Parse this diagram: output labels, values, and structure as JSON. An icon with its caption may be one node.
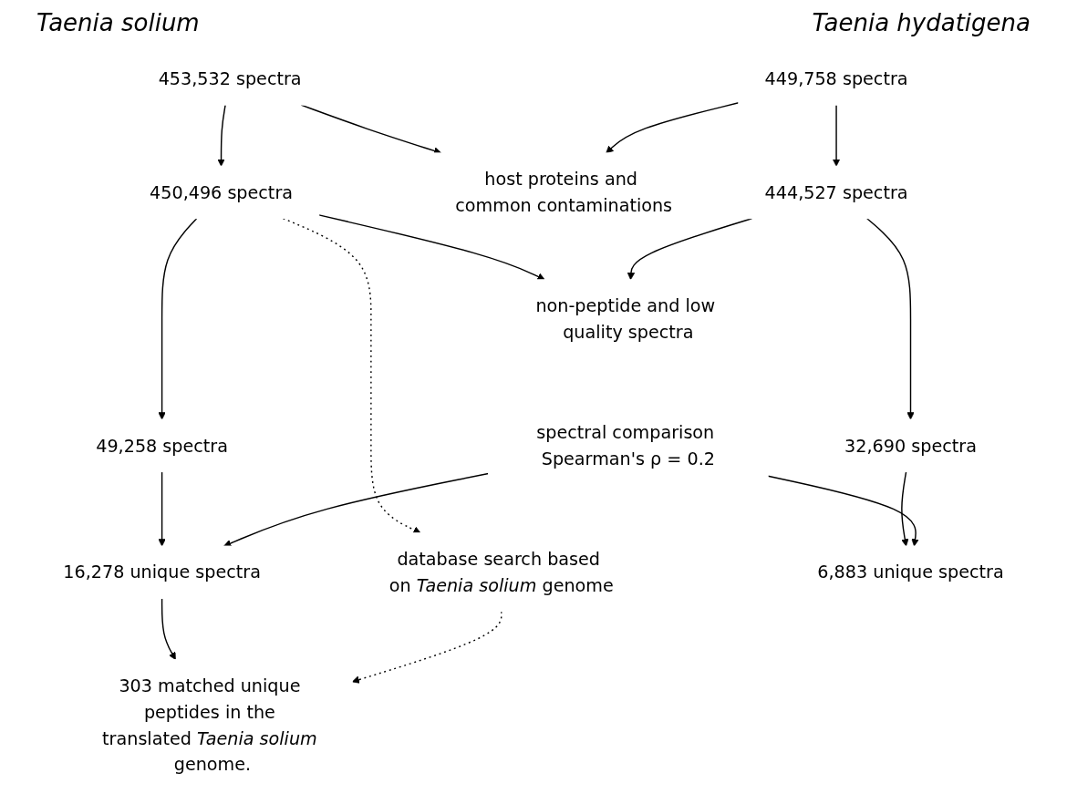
{
  "diagram": {
    "nodes": [
      {
        "text": [
          "453,532 spectra"
        ]
      },
      {
        "text": [
          "450,496 spectra"
        ]
      },
      {
        "text": [
          "49,258 spectra"
        ]
      },
      {
        "text": [
          "16,278 unique spectra"
        ]
      },
      {
        "text": [
          "303 matched unique peptides in the translated *Taenia solium* genome."
        ]
      },
      {
        "text": [
          "449,758 spectra"
        ]
      },
      {
        "text": [
          "444,527 spectra"
        ]
      },
      {
        "text": [
          "32,690 spectra"
        ]
      },
      {
        "text": [
          "6,883 unique spectra"
        ]
      },
      {
        "text": [
          "host proteins and common contaminations"
        ]
      },
      {
        "text": [
          "non-peptide and low quality spectra"
        ]
      },
      {
        "text": [
          "spectral comparison Spearman's ρ = 0.2"
        ]
      },
      {
        "text": [
          "database search based on *Taenia solium* genome"
        ]
      }
    ],
    "edges": [
      {
        "from": 0,
        "to": 1,
        "arrow": "to"
      },
      {
        "from": 0,
        "to": 9,
        "arrow": "to"
      },
      {
        "from": 5,
        "to": 9,
        "arrow": "to"
      },
      {
        "from": 5,
        "to": 6,
        "arrow": "to"
      },
      {
        "from": 1,
        "to": 2,
        "arrow": "to"
      },
      {
        "from": 1,
        "to": 10,
        "arrow": "to"
      },
      {
        "from": 6,
        "to": 10,
        "arrow": "to"
      },
      {
        "from": 6,
        "to": 7,
        "arrow": "to"
      },
      {
        "from": 2,
        "to": 3,
        "arrow": "to"
      },
      {
        "from": 7,
        "to": 8,
        "arrow": "to"
      },
      {
        "from": 11,
        "to": 3,
        "arrow": "to"
      },
      {
        "from": 11,
        "to": 8,
        "arrow": "to"
      },
      {
        "from": 1,
        "to": 12,
        "arrow": "to",
        "style": "dashed"
      },
      {
        "from": 3,
        "to": 4,
        "arrow": "to"
      },
      {
        "from": 12,
        "to": 4,
        "arrow": "to",
        "style": "dashed"
      }
    ],
    "labels": [
      "Taenia solium",
      "Taenia hydatigena"
    ]
  }
}
